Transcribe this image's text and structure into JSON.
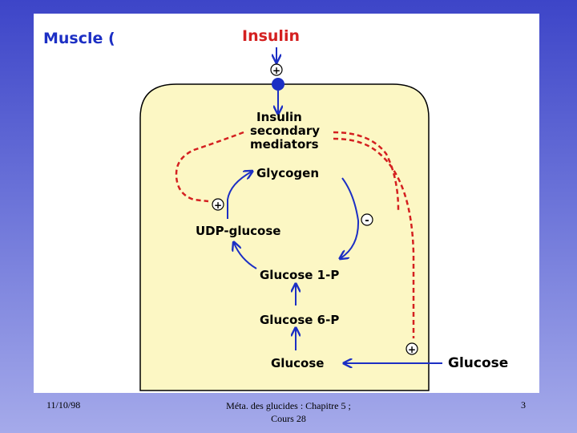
{
  "diagram": {
    "title_partial": "Muscle (",
    "insulin": "Insulin",
    "mediators": [
      "Insulin",
      "secondary",
      "mediators"
    ],
    "glycogen": "Glycogen",
    "udp_glucose": "UDP-glucose",
    "glucose_1p": "Glucose 1-P",
    "glucose_6p": "Glucose 6-P",
    "glucose_inside": "Glucose",
    "glucose_outside": "Glucose",
    "plus": "+",
    "minus": "-",
    "colors": {
      "insulin": "#d42020",
      "arrow": "#1c2fc4",
      "dashed": "#d42020",
      "cell": "#fcf7c4"
    }
  },
  "footer": {
    "date": "11/10/98",
    "title_line1": "Méta. des glucides : Chapitre 5 ;",
    "title_line2": "Cours 28",
    "page": "3"
  }
}
